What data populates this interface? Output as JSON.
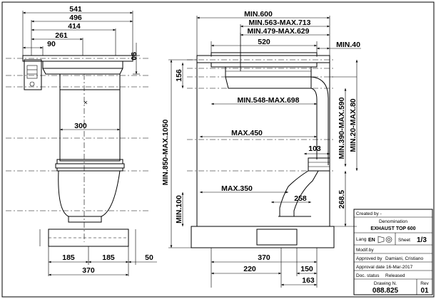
{
  "left_view": {
    "dims_top": [
      "541",
      "496",
      "414",
      "261",
      "90"
    ],
    "dim_side": "90",
    "dim_inner": "300",
    "dims_bottom": [
      "185",
      "185",
      "50",
      "370"
    ]
  },
  "right_view": {
    "dims_top": [
      "MIN.600",
      "MIN.563-MAX.713",
      "MIN.479-MAX.629",
      "520",
      "MIN.40"
    ],
    "dim_156": "156",
    "dim_548": "MIN.548-MAX.698",
    "dim_max450": "MAX.450",
    "dim_103": "103",
    "dim_max350": "MAX.350",
    "dim_258": "258",
    "dim_850": "MIN.850-MAX.1050",
    "dim_min100": "MIN.100",
    "dim_390": "MIN.390-MAX.590",
    "dim_20": "MIN.20-MAX.80",
    "dim_2685": "268.5",
    "dims_bottom": [
      "370",
      "220",
      "150",
      "163"
    ]
  },
  "title_block": {
    "created_by": "Created by -",
    "denomination_label": "Denomination",
    "denomination": "EXHAUST TOP 600",
    "lang_label": "Lang",
    "lang": "EN",
    "sheet_label": "Sheet",
    "sheet": "1/3",
    "modify_by": "Modif.by",
    "approved_by_label": "Approved by",
    "approved_by": "Damiani, Cristiano",
    "approval_date_label": "Approval date",
    "approval_date": "16-Mar-2017",
    "doc_status_label": "Doc. status",
    "doc_status": "Released",
    "drawing_label": "Drawing N.",
    "drawing_no": "088.825",
    "rev_label": "Rev",
    "rev": "01"
  }
}
